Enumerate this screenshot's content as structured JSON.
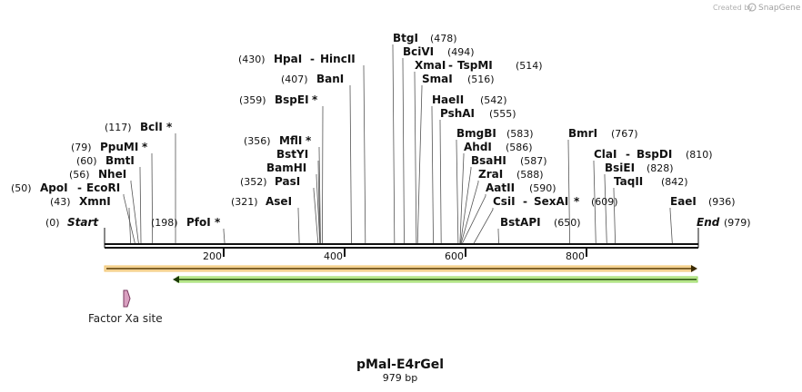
{
  "credit": {
    "prefix": "Created by",
    "brand": "SnapGene"
  },
  "plasmid": {
    "name": "pMal-E4rGel",
    "length_label": "979 bp",
    "length": 979
  },
  "ends": {
    "start": {
      "label": "Start",
      "pos": "(0)"
    },
    "end": {
      "label": "End",
      "pos": "(979)"
    }
  },
  "ruler_ticks": [
    "200",
    "400",
    "600",
    "800"
  ],
  "ruler_tick_values": [
    200,
    400,
    600,
    800
  ],
  "sites": [
    {
      "id": "apoi",
      "name": "ApoI",
      "pos": "(50)",
      "bp": 50
    },
    {
      "id": "ecori",
      "name": "EcoRI",
      "pos": "",
      "bp": 50
    },
    {
      "id": "xmni",
      "name": "XmnI",
      "pos": "(43)",
      "bp": 43
    },
    {
      "id": "nhei",
      "name": "NheI",
      "pos": "(56)",
      "bp": 56
    },
    {
      "id": "bmti",
      "name": "BmtI",
      "pos": "(60)",
      "bp": 60
    },
    {
      "id": "ppumi",
      "name": "PpuMI",
      "pos": "(79)",
      "bp": 79,
      "star": true
    },
    {
      "id": "bcli",
      "name": "BclI",
      "pos": "(117)",
      "bp": 117,
      "star": true
    },
    {
      "id": "pfoi",
      "name": "PfoI",
      "pos": "(198)",
      "bp": 198,
      "star": true
    },
    {
      "id": "asei",
      "name": "AseI",
      "pos": "(321)",
      "bp": 321
    },
    {
      "id": "pasi",
      "name": "PasI",
      "pos": "(352)",
      "bp": 352
    },
    {
      "id": "bamhi",
      "name": "BamHI",
      "pos": "",
      "bp": 355
    },
    {
      "id": "bstyi",
      "name": "BstYI",
      "pos": "",
      "bp": 355
    },
    {
      "id": "mfli",
      "name": "MflI",
      "pos": "(356)",
      "bp": 356,
      "star": true
    },
    {
      "id": "bspei",
      "name": "BspEI",
      "pos": "(359)",
      "bp": 359,
      "star": true
    },
    {
      "id": "bani",
      "name": "BanI",
      "pos": "(407)",
      "bp": 407
    },
    {
      "id": "hpai",
      "name": "HpaI",
      "pos": "(430)",
      "bp": 430
    },
    {
      "id": "hincii",
      "name": "HincII",
      "pos": "",
      "bp": 430
    },
    {
      "id": "btgi",
      "name": "BtgI",
      "pos": "(478)",
      "bp": 478
    },
    {
      "id": "bcivi",
      "name": "BciVI",
      "pos": "(494)",
      "bp": 494
    },
    {
      "id": "xmai",
      "name": "XmaI",
      "pos": "",
      "bp": 514
    },
    {
      "id": "tspmi",
      "name": "TspMI",
      "pos": "(514)",
      "bp": 514
    },
    {
      "id": "smai",
      "name": "SmaI",
      "pos": "(516)",
      "bp": 516
    },
    {
      "id": "haeii",
      "name": "HaeII",
      "pos": "(542)",
      "bp": 542
    },
    {
      "id": "pshai",
      "name": "PshAI",
      "pos": "(555)",
      "bp": 555
    },
    {
      "id": "bmgbi",
      "name": "BmgBI",
      "pos": "(583)",
      "bp": 583
    },
    {
      "id": "ahdi",
      "name": "AhdI",
      "pos": "(586)",
      "bp": 586
    },
    {
      "id": "bsahi",
      "name": "BsaHI",
      "pos": "(587)",
      "bp": 587
    },
    {
      "id": "zrai",
      "name": "ZraI",
      "pos": "(588)",
      "bp": 588
    },
    {
      "id": "aatii",
      "name": "AatII",
      "pos": "(590)",
      "bp": 590
    },
    {
      "id": "csii",
      "name": "CsiI",
      "pos": "",
      "bp": 609
    },
    {
      "id": "sexai",
      "name": "SexAI",
      "pos": "(609)",
      "bp": 609,
      "star": true
    },
    {
      "id": "bstapi",
      "name": "BstAPI",
      "pos": "(650)",
      "bp": 650
    },
    {
      "id": "bmri",
      "name": "BmrI",
      "pos": "(767)",
      "bp": 767
    },
    {
      "id": "clai",
      "name": "ClaI",
      "pos": "",
      "bp": 810
    },
    {
      "id": "bspdi",
      "name": "BspDI",
      "pos": "(810)",
      "bp": 810
    },
    {
      "id": "bsiei",
      "name": "BsiEI",
      "pos": "(828)",
      "bp": 828
    },
    {
      "id": "taqii",
      "name": "TaqII",
      "pos": "(842)",
      "bp": 842
    },
    {
      "id": "eaei",
      "name": "EaeI",
      "pos": "(936)",
      "bp": 936
    }
  ],
  "star_symbol": "*",
  "dash": "-",
  "features": [
    {
      "name": "Factor Xa site",
      "color": "#d9a0c0"
    }
  ],
  "orf_colors": {
    "forward": "#f2c46d",
    "reverse": "#8fd45a"
  }
}
